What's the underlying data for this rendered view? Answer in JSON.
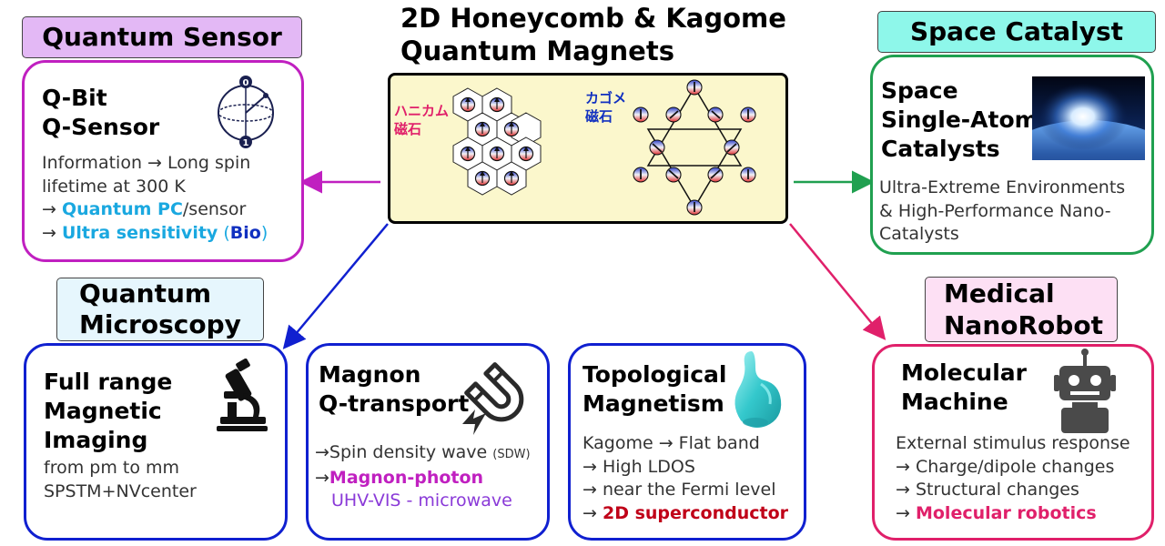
{
  "center": {
    "title_line1": "2D Honeycomb & Kagome",
    "title_line2": "Quantum Magnets",
    "honeycomb_label_1": "ハニカム",
    "honeycomb_label_2": "磁石",
    "kagome_label_1": "カゴメ",
    "kagome_label_2": "磁石"
  },
  "quantum_sensor": {
    "tag": "Quantum Sensor",
    "title_1": "Q-Bit",
    "title_2": "Q-Sensor",
    "qubit_state_0": "0",
    "qubit_state_1": "1",
    "line1": "Information → Long spin",
    "line2": "lifetime at 300 K",
    "line3_arrow": "→ ",
    "line3_hl": "Quantum PC",
    "line3_rest": "/sensor",
    "line4_arrow": "→ ",
    "line4_hl": "Ultra sensitivity",
    "line4_open": " (",
    "line4_bio": "Bio",
    "line4_close": ")"
  },
  "space_catalyst": {
    "tag": "Space Catalyst",
    "title_1": "Space",
    "title_2": "Single-Atom",
    "title_3": "Catalysts",
    "line1": "Ultra-Extreme Environments",
    "line2": "& High-Performance Nano-",
    "line3": "Catalysts"
  },
  "quantum_microscopy": {
    "tag_1": "Quantum",
    "tag_2": "Microscopy",
    "title_1": "Full range",
    "title_2": "Magnetic",
    "title_3": "Imaging",
    "line1": "from pm to mm",
    "line2": "SPSTM+NVcenter"
  },
  "magnon": {
    "title_1": "Magnon",
    "title_2": "Q-transport",
    "line1_main": "→Spin density wave ",
    "line1_small": "(SDW)",
    "line2_arrow": "→",
    "line2_hl": "Magnon-photon",
    "line3": "UHV-VIS - microwave"
  },
  "topological": {
    "title_1": "Topological",
    "title_2": "Magnetism",
    "line1": "Kagome → Flat band",
    "line2": "→ High LDOS",
    "line3": "→ near the Fermi level",
    "line4_arrow": "→ ",
    "line4_hl": "2D superconductor"
  },
  "medical": {
    "tag_1": "Medical",
    "tag_2": "NanoRobot",
    "title_1": "Molecular",
    "title_2": "Machine",
    "line1": "External stimulus response",
    "line2": "→ Charge/dipole changes",
    "line3": "→ Structural changes",
    "line4_arrow": "→ ",
    "line4_hl": "Molecular robotics"
  },
  "colors": {
    "magenta_box": "#c020c0",
    "green_box": "#20a050",
    "blue_box": "#1020d0",
    "pink_box": "#e0206a",
    "center_fill": "#fbf7cc",
    "sky_highlight": "#1aa8e0",
    "bio_blue": "#1030c0",
    "magenta_text": "#c020c0",
    "purple_text": "#8a3ad8",
    "dark_red_text": "#c00018",
    "pink_text": "#e0206a"
  }
}
